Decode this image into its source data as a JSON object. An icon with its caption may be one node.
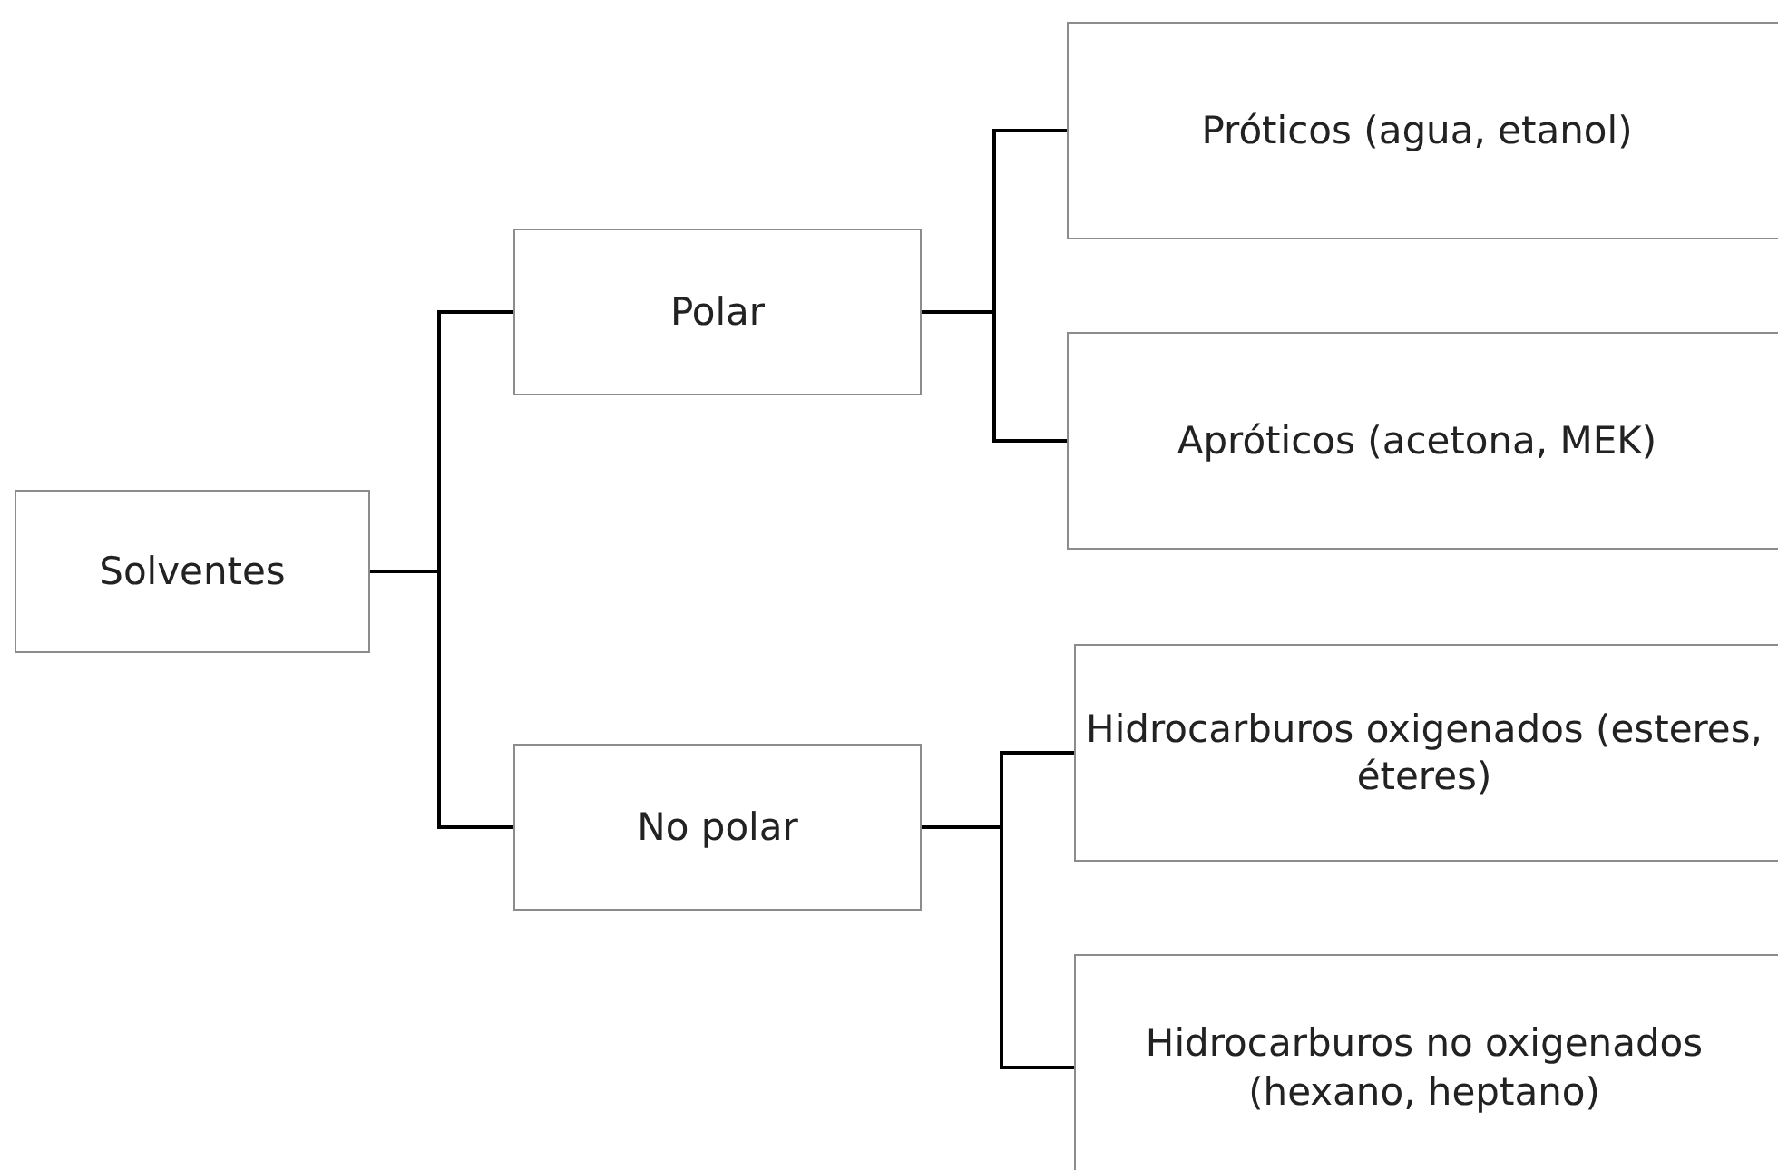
{
  "diagram": {
    "nodes": [
      {
        "text": [
          "Solventes"
        ]
      },
      {
        "text": [
          "Polar"
        ]
      },
      {
        "text": [
          "No polar"
        ]
      },
      {
        "text": [
          "Próticos (agua, etanol)"
        ]
      },
      {
        "text": [
          "Apróticos (acetona, MEK)"
        ]
      },
      {
        "text": [
          "Hidrocarburos oxigenados (esteres, éteres)"
        ]
      },
      {
        "text": [
          "Hidrocarburos no oxigenados (hexano, heptano)"
        ]
      }
    ],
    "edges": [
      {
        "from": 0,
        "to": 1,
        "arrow": "none"
      },
      {
        "from": 0,
        "to": 2,
        "arrow": "none"
      },
      {
        "from": 1,
        "to": 3,
        "arrow": "none"
      },
      {
        "from": 1,
        "to": 4,
        "arrow": "none"
      },
      {
        "from": 2,
        "to": 5,
        "arrow": "none"
      },
      {
        "from": 2,
        "to": 6,
        "arrow": "none"
      }
    ]
  }
}
